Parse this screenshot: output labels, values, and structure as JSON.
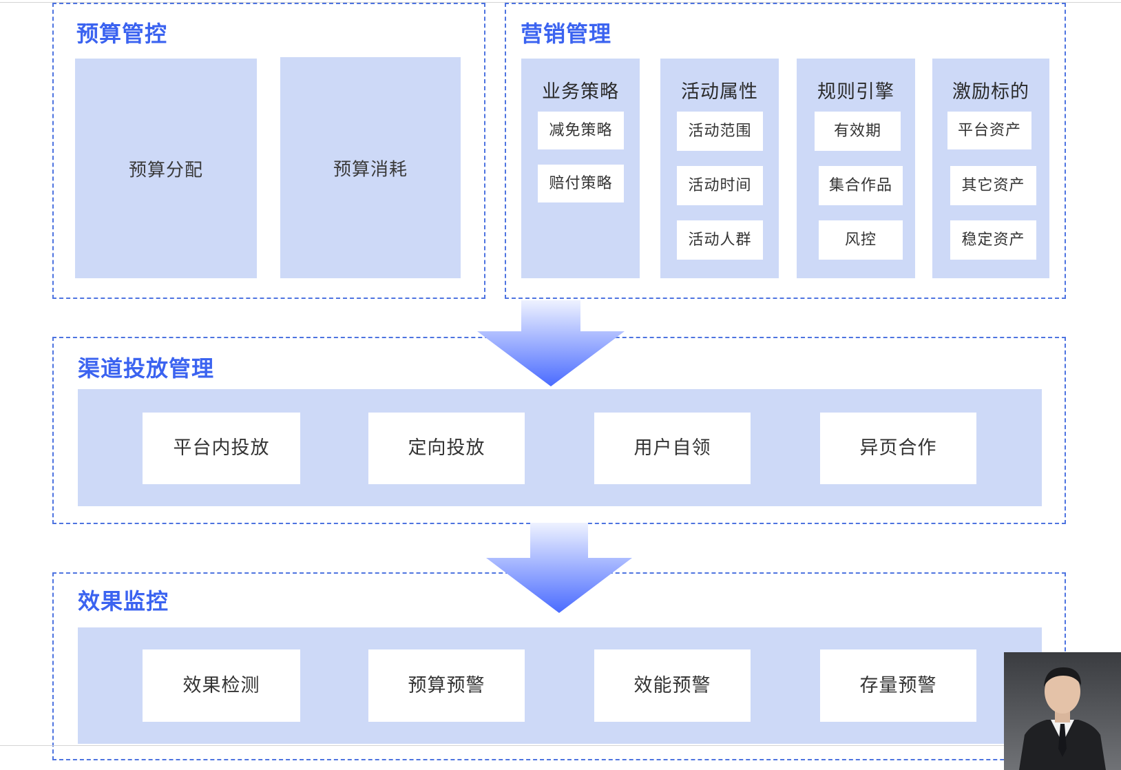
{
  "budget": {
    "title": "预算管控",
    "boxes": [
      "预算分配",
      "预算消耗"
    ]
  },
  "marketing": {
    "title": "营销管理",
    "columns": [
      {
        "title": "业务策略",
        "items": [
          "减免策略",
          "赔付策略"
        ]
      },
      {
        "title": "活动属性",
        "items": [
          "活动范围",
          "活动时间",
          "活动人群"
        ]
      },
      {
        "title": "规则引擎",
        "items": [
          "有效期",
          "集合作品",
          "风控"
        ]
      },
      {
        "title": "激励标的",
        "items": [
          "平台资产",
          "其它资产",
          "稳定资产"
        ]
      }
    ]
  },
  "channel": {
    "title": "渠道投放管理",
    "items": [
      "平台内投放",
      "定向投放",
      "用户自领",
      "异页合作"
    ]
  },
  "effect": {
    "title": "效果监控",
    "items": [
      "效果检测",
      "预算预警",
      "效能预警",
      "存量预警"
    ]
  },
  "colors": {
    "accent": "#3b63f0",
    "panel": "#cdd9f7",
    "border": "#4d73e0",
    "arrow_top": "#eef2ff",
    "arrow_bottom": "#4a6bff"
  },
  "icons": {
    "person": "presenter-photo"
  }
}
